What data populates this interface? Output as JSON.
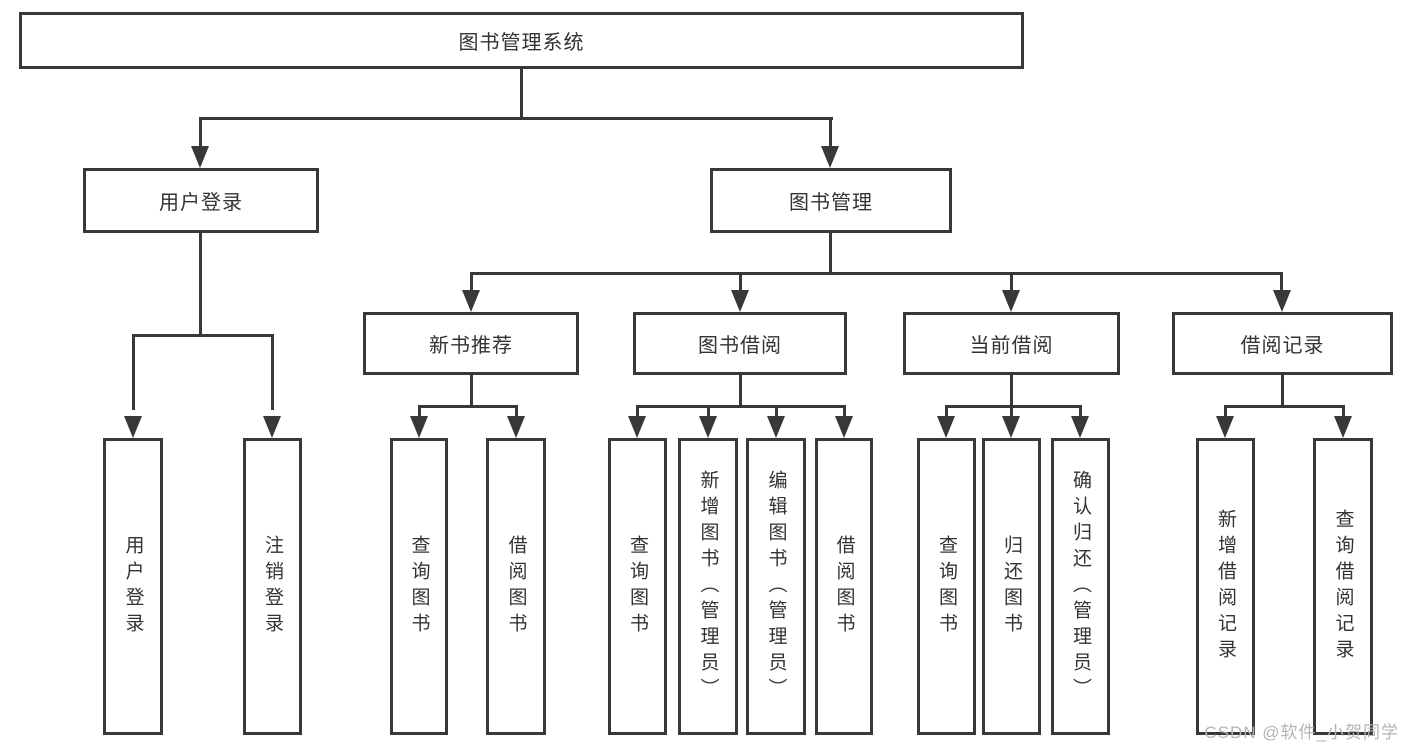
{
  "diagram": {
    "type": "hierarchy-tree",
    "colors": {
      "line": "#383838",
      "box_border": "#383838",
      "box_fill": "#ffffff",
      "text": "#333333",
      "watermark": "#b4b4b4"
    },
    "nodes": {
      "root": {
        "label": "图书管理系统"
      },
      "user_login": {
        "label": "用户登录"
      },
      "book_mgmt": {
        "label": "图书管理"
      },
      "new_book_rec": {
        "label": "新书推荐"
      },
      "book_borrow": {
        "label": "图书借阅"
      },
      "current_borrow": {
        "label": "当前借阅"
      },
      "borrow_records": {
        "label": "借阅记录"
      },
      "ul_login": {
        "label": "用户登录"
      },
      "ul_logout": {
        "label": "注销登录"
      },
      "nbr_query": {
        "label": "查询图书"
      },
      "nbr_borrow": {
        "label": "借阅图书"
      },
      "bb_query": {
        "label": "查询图书"
      },
      "bb_add": {
        "label": "新增图书（管理员）"
      },
      "bb_edit": {
        "label": "编辑图书（管理员）"
      },
      "bb_borrow": {
        "label": "借阅图书"
      },
      "cb_query": {
        "label": "查询图书"
      },
      "cb_return": {
        "label": "归还图书"
      },
      "cb_confirm": {
        "label": "确认归还（管理员）"
      },
      "br_add": {
        "label": "新增借阅记录"
      },
      "br_query": {
        "label": "查询借阅记录"
      }
    },
    "watermark": "CSDN @软件_小贺同学"
  }
}
